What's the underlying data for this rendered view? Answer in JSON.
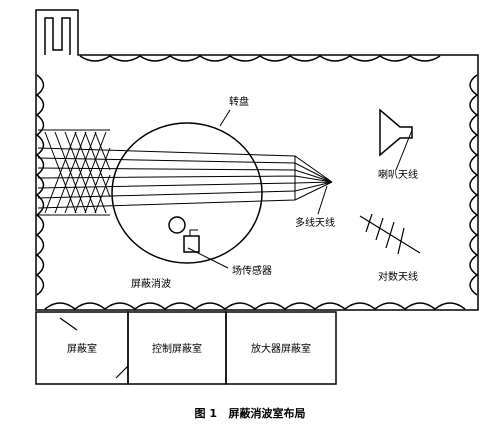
{
  "labels": {
    "turntable": "转盘",
    "horn_antenna": "喇叭天线",
    "multiline_antenna": "多线天线",
    "log_antenna": "对数天线",
    "field_sensor": "场传感器",
    "anechoic_chamber": "屏蔽消波"
  },
  "rooms": [
    {
      "label": "屏蔽室"
    },
    {
      "label": "控制屏蔽室"
    },
    {
      "label": "放大器屏蔽室"
    }
  ],
  "caption": "图 1   屏蔽消波室布局"
}
